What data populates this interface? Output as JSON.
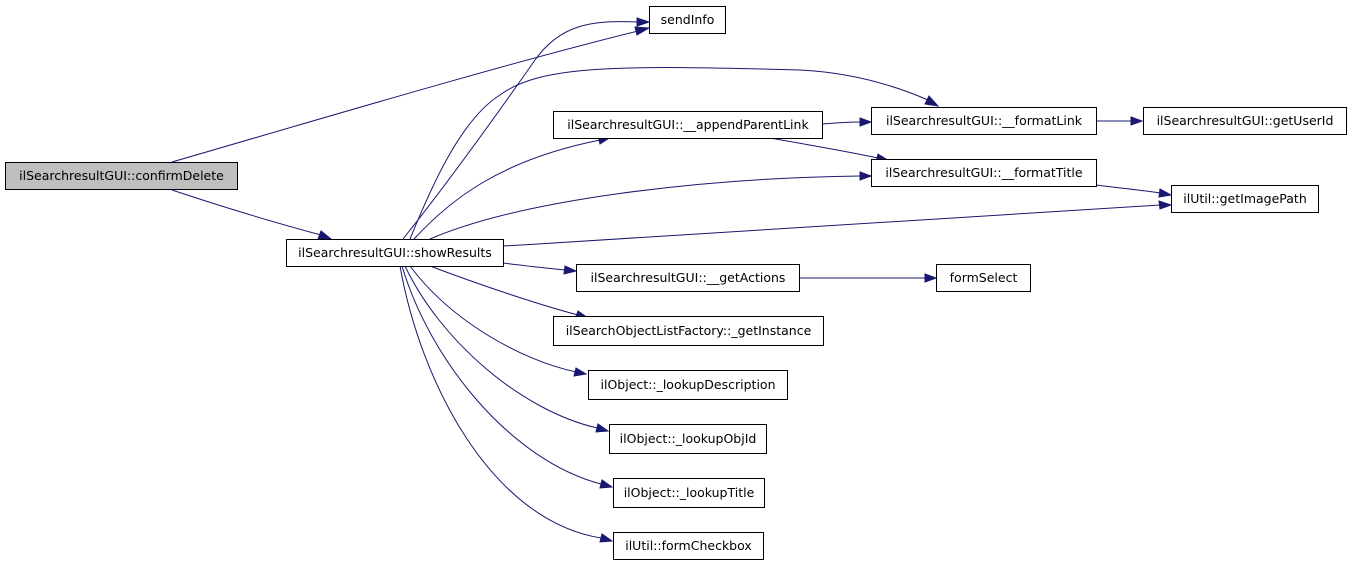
{
  "diagram": {
    "colors": {
      "edge": "#191970",
      "root_fill": "#bfbfbf",
      "node_fill": "#ffffff",
      "border": "#000000"
    },
    "nodes": [
      {
        "id": "confirmDelete",
        "label": "ilSearchresultGUI::confirmDelete",
        "root": true
      },
      {
        "id": "sendInfo",
        "label": "sendInfo"
      },
      {
        "id": "showResults",
        "label": "ilSearchresultGUI::showResults"
      },
      {
        "id": "appendParentLink",
        "label": "ilSearchresultGUI::__appendParentLink"
      },
      {
        "id": "formatLink",
        "label": "ilSearchresultGUI::__formatLink"
      },
      {
        "id": "getUserId",
        "label": "ilSearchresultGUI::getUserId"
      },
      {
        "id": "formatTitle",
        "label": "ilSearchresultGUI::__formatTitle"
      },
      {
        "id": "getImagePath",
        "label": "ilUtil::getImagePath"
      },
      {
        "id": "getActions",
        "label": "ilSearchresultGUI::__getActions"
      },
      {
        "id": "formSelect",
        "label": "formSelect"
      },
      {
        "id": "getInstance",
        "label": "ilSearchObjectListFactory::_getInstance"
      },
      {
        "id": "lookupDescription",
        "label": "ilObject::_lookupDescription"
      },
      {
        "id": "lookupObjId",
        "label": "ilObject::_lookupObjId"
      },
      {
        "id": "lookupTitle",
        "label": "ilObject::_lookupTitle"
      },
      {
        "id": "formCheckbox",
        "label": "ilUtil::formCheckbox"
      }
    ],
    "edges": [
      {
        "from": "confirmDelete",
        "to": "sendInfo"
      },
      {
        "from": "confirmDelete",
        "to": "showResults"
      },
      {
        "from": "showResults",
        "to": "sendInfo"
      },
      {
        "from": "showResults",
        "to": "formatLink"
      },
      {
        "from": "showResults",
        "to": "appendParentLink"
      },
      {
        "from": "showResults",
        "to": "formatTitle"
      },
      {
        "from": "showResults",
        "to": "getImagePath"
      },
      {
        "from": "showResults",
        "to": "getActions"
      },
      {
        "from": "showResults",
        "to": "getInstance"
      },
      {
        "from": "showResults",
        "to": "lookupDescription"
      },
      {
        "from": "showResults",
        "to": "lookupObjId"
      },
      {
        "from": "showResults",
        "to": "lookupTitle"
      },
      {
        "from": "showResults",
        "to": "formCheckbox"
      },
      {
        "from": "appendParentLink",
        "to": "formatLink"
      },
      {
        "from": "appendParentLink",
        "to": "formatTitle"
      },
      {
        "from": "formatLink",
        "to": "getUserId"
      },
      {
        "from": "formatTitle",
        "to": "getImagePath"
      },
      {
        "from": "getActions",
        "to": "formSelect"
      }
    ]
  }
}
